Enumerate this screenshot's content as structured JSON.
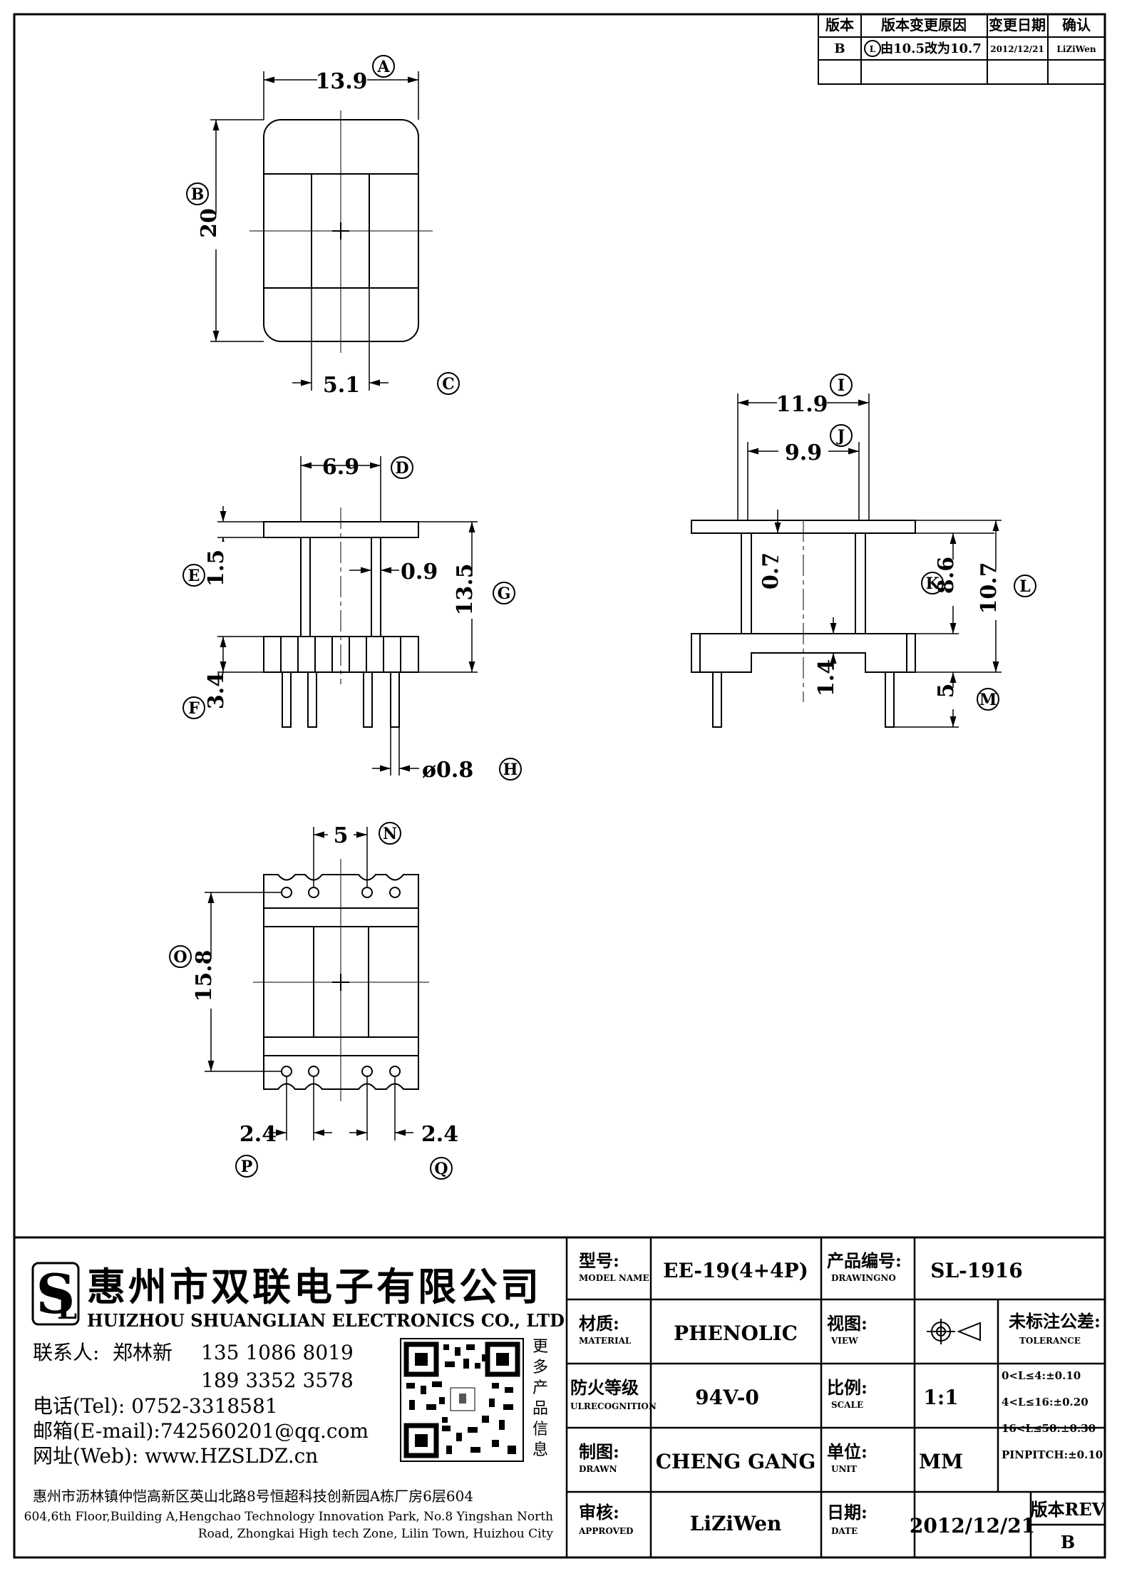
{
  "revision_table": {
    "headers": [
      "版本",
      "版本变更原因",
      "变更日期",
      "确认"
    ],
    "row": {
      "version": "B",
      "marker": "L",
      "reason": "由10.5改为10.7",
      "date": "2012/12/21",
      "confirm": "LiZiWen"
    }
  },
  "dimensions": {
    "A": "13.9",
    "B": "20",
    "C": "5.1",
    "D": "6.9",
    "E": "1.5",
    "F": "3.4",
    "G": "13.5",
    "H": "ø0.8",
    "pin_gap": "0.9",
    "I": "11.9",
    "J": "9.9",
    "slot": "0.7",
    "K": "8.6",
    "L": "10.7",
    "step": "1.4",
    "M": "5",
    "N": "5",
    "O": "15.8",
    "P": "2.4",
    "Q": "2.4"
  },
  "callouts": [
    "A",
    "B",
    "C",
    "D",
    "E",
    "F",
    "G",
    "H",
    "I",
    "J",
    "K",
    "L",
    "M",
    "N",
    "O",
    "P",
    "Q"
  ],
  "company": {
    "name_cn": "惠州市双联电子有限公司",
    "name_en": "HUIZHOU SHUANGLIAN ELECTRONICS CO., LTD",
    "contact_label": "联系人:",
    "contact_name": "郑林新",
    "phone1": "135 1086 8019",
    "phone2": "189 3352 3578",
    "tel": "电话(Tel): 0752-3318581",
    "email": "邮箱(E-mail):742560201@qq.com",
    "web": "网址(Web): www.HZSLDZ.cn",
    "qr_text": [
      "更",
      "多",
      "产",
      "品",
      "信",
      "息"
    ],
    "address_cn": "惠州市沥林镇仲恺高新区英山北路8号恒超科技创新园A栋厂房6层604",
    "address_en_1": "604,6th Floor,Building A,Hengchao Technology Innovation Park, No.8 Yingshan North",
    "address_en_2": "Road, Zhongkai High tech Zone, Lilin Town, Huizhou City"
  },
  "title_block": {
    "model_label": "型号:",
    "model_sub": "MODEL NAME",
    "model_value": "EE-19(4+4P)",
    "drawno_label": "产品编号:",
    "drawno_sub": "DRAWINGNO",
    "drawno_value": "SL-1916",
    "material_label": "材质:",
    "material_sub": "MATERIAL",
    "material_value": "PHENOLIC",
    "view_label": "视图:",
    "view_sub": "VIEW",
    "tol_label": "未标注公差:",
    "tol_sub": "TOLERANCE",
    "tol_lines": [
      "0<L≤4:±0.10",
      "4<L≤16:±0.20",
      "16<L≤50:±0.30",
      "PINPITCH:±0.10"
    ],
    "fire_label": "防火等级",
    "fire_sub": "ULRECOGNITION",
    "fire_value": "94V-0",
    "scale_label": "比例:",
    "scale_sub": "SCALE",
    "scale_value": "1:1",
    "drawn_label": "制图:",
    "drawn_sub": "DRAWN",
    "drawn_value": "CHENG GANG",
    "unit_label": "单位:",
    "unit_sub": "UNIT",
    "unit_value": "MM",
    "approved_label": "审核:",
    "approved_sub": "APPROVED",
    "approved_value": "LiZiWen",
    "date_label": "日期:",
    "date_sub": "DATE",
    "date_value": "2012/12/21",
    "rev_label": "版本REV",
    "rev_value": "B"
  }
}
